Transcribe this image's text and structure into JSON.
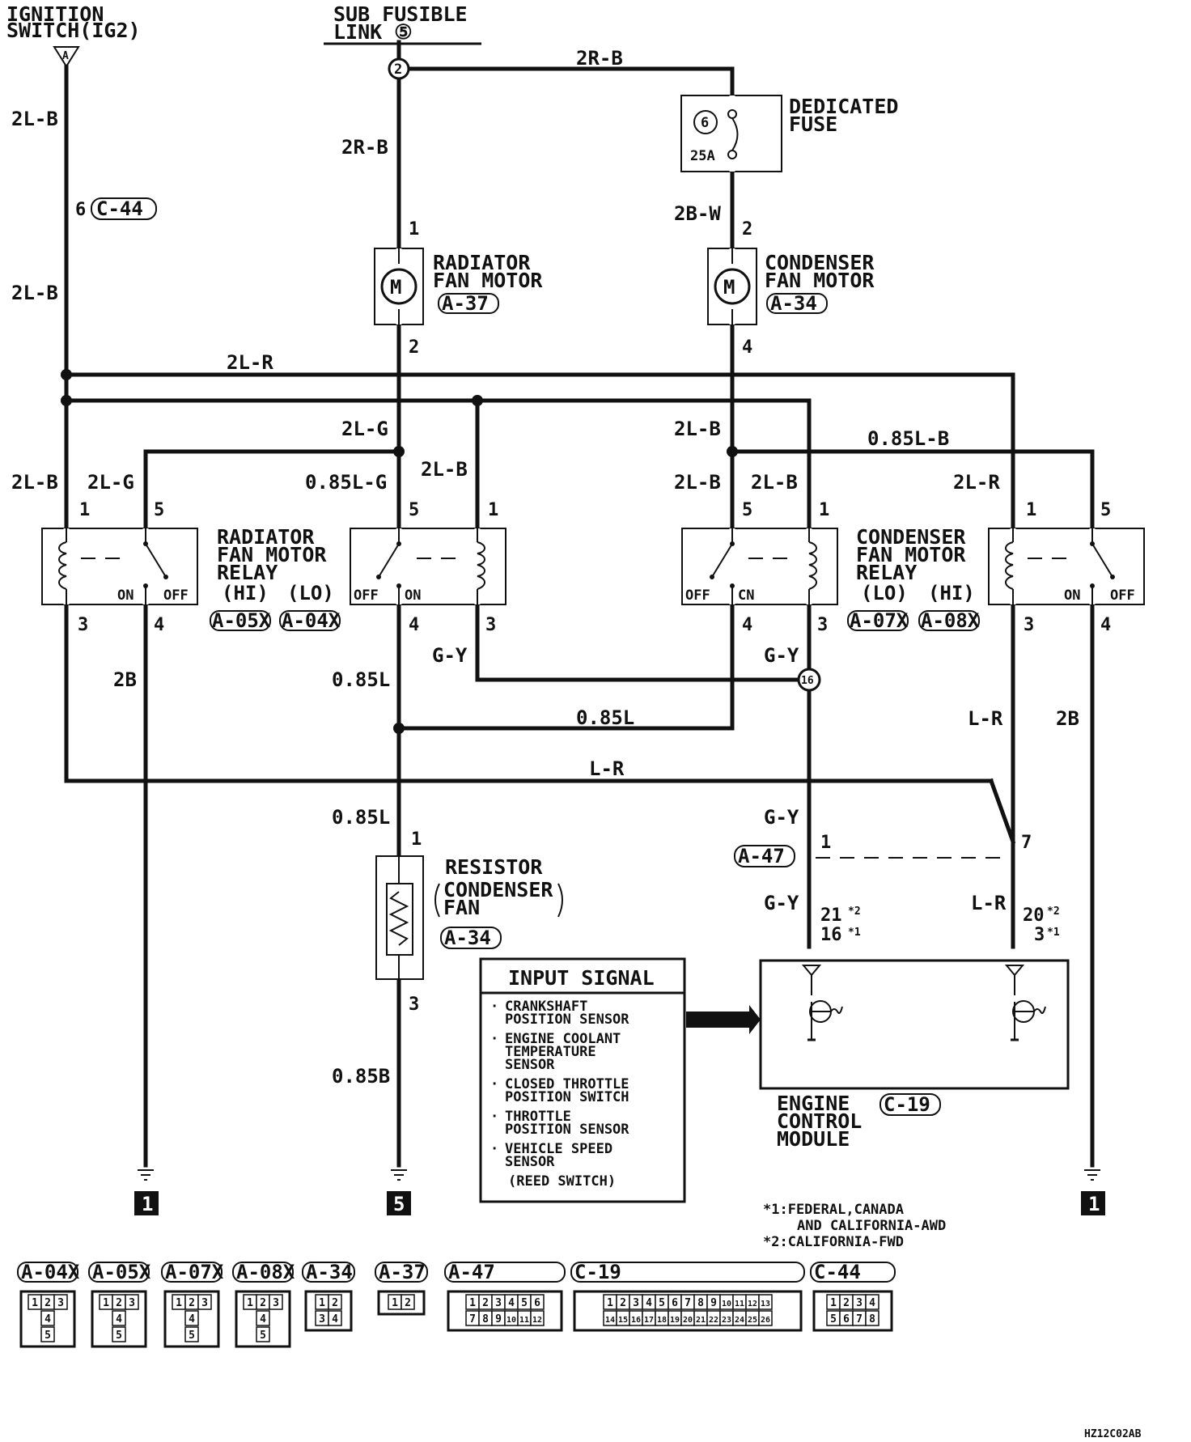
{
  "sources": {
    "ignition": [
      "IGNITION",
      "SWITCH(IG2)"
    ],
    "ignition_terminal": "A",
    "fusible_link": [
      "SUB FUSIBLE",
      "LINK ⑤"
    ],
    "fusible_node": "2"
  },
  "fuse": {
    "title": [
      "DEDICATED",
      "FUSE"
    ],
    "number": "6",
    "rating": "25A"
  },
  "wires": {
    "w_2LB": "2L-B",
    "w_2RB": "2R-B",
    "w_2BW": "2B-W",
    "w_2LR": "2L-R",
    "w_2LG": "2L-G",
    "w_085LB": "0.85L-B",
    "w_085LG": "0.85L-G",
    "w_GY": "G-Y",
    "w_085L": "0.85L",
    "w_LR": "L-R",
    "w_2B": "2B",
    "w_085B": "0.85B"
  },
  "connector_c44": {
    "pin": "6",
    "code": "C-44"
  },
  "radiator_motor": {
    "name": [
      "RADIATOR",
      "FAN MOTOR"
    ],
    "code": "A-37",
    "pin_top": "1",
    "pin_bottom": "2"
  },
  "condenser_motor": {
    "name": [
      "CONDENSER",
      "FAN MOTOR"
    ],
    "code": "A-34",
    "pin_top": "2",
    "pin_bottom": "4"
  },
  "radiator_relay": {
    "name": [
      "RADIATOR",
      "FAN MOTOR",
      "RELAY"
    ],
    "modes": [
      "(HI)",
      "(LO)"
    ],
    "codes": [
      "A-05X",
      "A-04X"
    ]
  },
  "condenser_relay": {
    "name": [
      "CONDENSER",
      "FAN MOTOR",
      "RELAY"
    ],
    "modes": [
      "(LO)",
      "(HI)"
    ],
    "codes": [
      "A-07X",
      "A-08X"
    ]
  },
  "relay_pins": [
    "1",
    "5",
    "3",
    "4"
  ],
  "relay_states": {
    "on": "ON",
    "off": "OFF",
    "cn": "CN"
  },
  "junction_16": "16",
  "a47": {
    "code": "A-47",
    "pin_left": "1",
    "pin_right": "7"
  },
  "resistor": {
    "name": [
      "RESISTOR",
      "CONDENSER",
      "FAN"
    ],
    "code": "A-34",
    "pin_top": "1",
    "pin_bottom": "3"
  },
  "ecm": {
    "name": [
      "ENGINE",
      "CONTROL",
      "MODULE"
    ],
    "code": "C-19",
    "left_pins": [
      "21",
      "16"
    ],
    "right_pins": [
      "20",
      "3"
    ],
    "marks": [
      "*2",
      "*1"
    ]
  },
  "input_signal": {
    "title": "INPUT SIGNAL",
    "items": [
      [
        "CRANKSHAFT",
        "POSITION SENSOR"
      ],
      [
        "ENGINE COOLANT",
        "TEMPERATURE",
        "SENSOR"
      ],
      [
        "CLOSED THROTTLE",
        "POSITION SWITCH"
      ],
      [
        "THROTTLE",
        "POSITION SENSOR"
      ],
      [
        "VEHICLE SPEED",
        "SENSOR"
      ],
      [
        "(REED SWITCH)"
      ]
    ]
  },
  "grounds": {
    "left": "1",
    "center": "5",
    "right": "1"
  },
  "notes": [
    "*1:FEDERAL,CANADA",
    "AND CALIFORNIA-AWD",
    "*2:CALIFORNIA-FWD"
  ],
  "connectors": [
    {
      "code": "A-04X",
      "pins": [
        [
          "1",
          "2",
          "3"
        ],
        [
          "4"
        ],
        [
          "5"
        ]
      ]
    },
    {
      "code": "A-05X",
      "pins": [
        [
          "1",
          "2",
          "3"
        ],
        [
          "4"
        ],
        [
          "5"
        ]
      ]
    },
    {
      "code": "A-07X",
      "pins": [
        [
          "1",
          "2",
          "3"
        ],
        [
          "4"
        ],
        [
          "5"
        ]
      ]
    },
    {
      "code": "A-08X",
      "pins": [
        [
          "1",
          "2",
          "3"
        ],
        [
          "4"
        ],
        [
          "5"
        ]
      ]
    },
    {
      "code": "A-34",
      "pins": [
        [
          "1",
          "2"
        ],
        [
          "3",
          "4"
        ]
      ]
    },
    {
      "code": "A-37",
      "pins": [
        [
          "1",
          "2"
        ]
      ]
    },
    {
      "code": "A-47",
      "pins": [
        [
          "1",
          "2",
          "3",
          "4",
          "5",
          "6"
        ],
        [
          "7",
          "8",
          "9",
          "10",
          "11",
          "12"
        ]
      ]
    },
    {
      "code": "C-19",
      "pins": [
        [
          "1",
          "2",
          "3",
          "4",
          "5",
          "6",
          "7",
          "8",
          "9",
          "10",
          "11",
          "12",
          "13"
        ],
        [
          "14",
          "15",
          "16",
          "17",
          "18",
          "19",
          "20",
          "21",
          "22",
          "23",
          "24",
          "25",
          "26"
        ]
      ]
    },
    {
      "code": "C-44",
      "pins": [
        [
          "1",
          "2",
          "3",
          "4"
        ],
        [
          "5",
          "6",
          "7",
          "8"
        ]
      ]
    }
  ],
  "figure_id": "HZ12C02AB"
}
